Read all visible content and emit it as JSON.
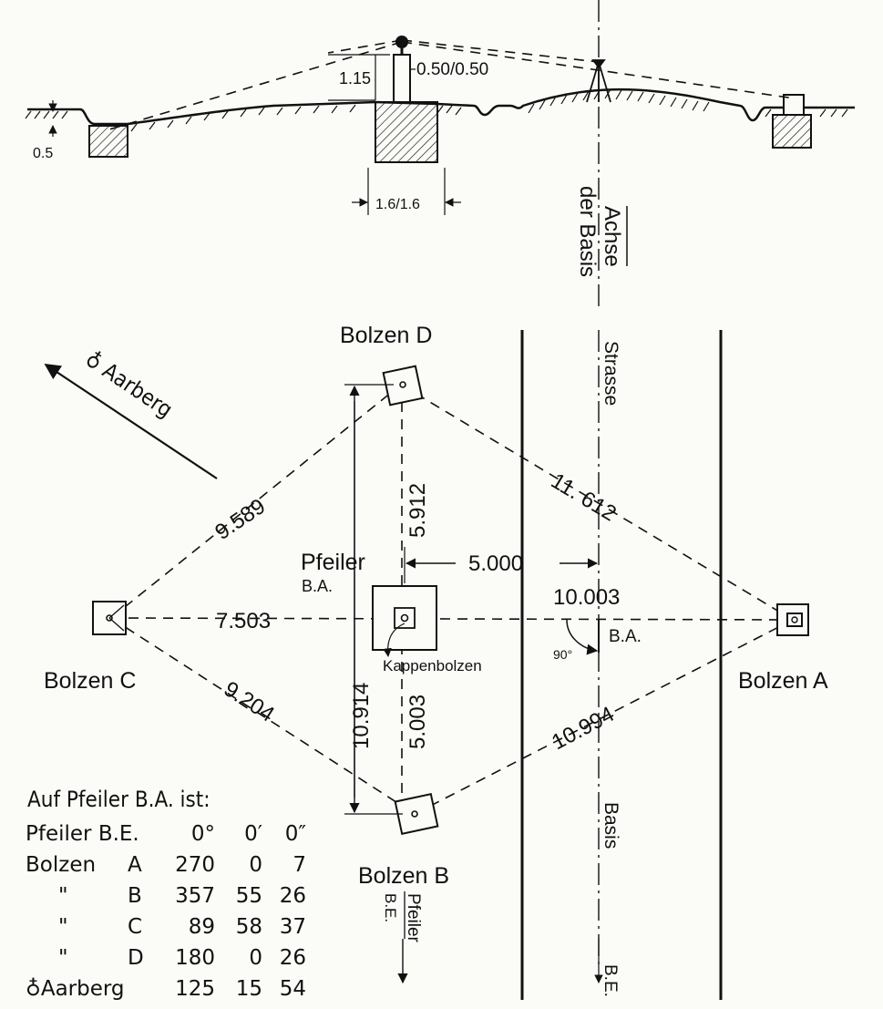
{
  "profile": {
    "height_label": "1.15",
    "pillar_top_label": "0.50/0.50",
    "pillar_base_label": "1.6/1.6",
    "ditch_depth_label": "0.5",
    "axis_label_line1": "Achse",
    "axis_label_line2": "der Basis"
  },
  "plan": {
    "bolt_d_label": "Bolzen D",
    "bolt_c_label": "Bolzen C",
    "bolt_b_label": "Bolzen B",
    "bolt_a_label": "Bolzen A",
    "pillar_label_line1": "Pfeiler",
    "pillar_label_line2": "B.A.",
    "cap_bolt_label": "Kappenbolzen",
    "aarberg_label": "♁ Aarberg",
    "street_label": "Strasse",
    "basis_label": "Basis",
    "be_label": "B.E.",
    "ba_label": "B.A.",
    "angle_label": "90°",
    "pfeiler_be_line1": "Pfeiler",
    "pfeiler_be_line2": "B.E.",
    "distances": {
      "c_to_d": "9.589",
      "d_to_a": "11. 612",
      "c_to_b": "9.204",
      "b_to_a": "10.994",
      "c_to_pillar": "7.503",
      "pillar_to_a": "10.003",
      "pillar_to_axis": "5.000",
      "pillar_to_d": "5.912",
      "pillar_to_b": "5.003",
      "b_to_d": "10.914"
    }
  },
  "table": {
    "title": "Auf Pfeiler B.A. ist:",
    "rows": [
      [
        "Pfeiler B.E.",
        "",
        "0°",
        "0′",
        "0″"
      ],
      [
        "Bolzen",
        "A",
        "270",
        "0",
        "7"
      ],
      [
        "\"",
        "B",
        "357",
        "55",
        "26"
      ],
      [
        "\"",
        "C",
        "89",
        "58",
        "37"
      ],
      [
        "\"",
        "D",
        "180",
        "0",
        "26"
      ],
      [
        "♁Aarberg",
        "",
        "125",
        "15",
        "54"
      ]
    ]
  }
}
